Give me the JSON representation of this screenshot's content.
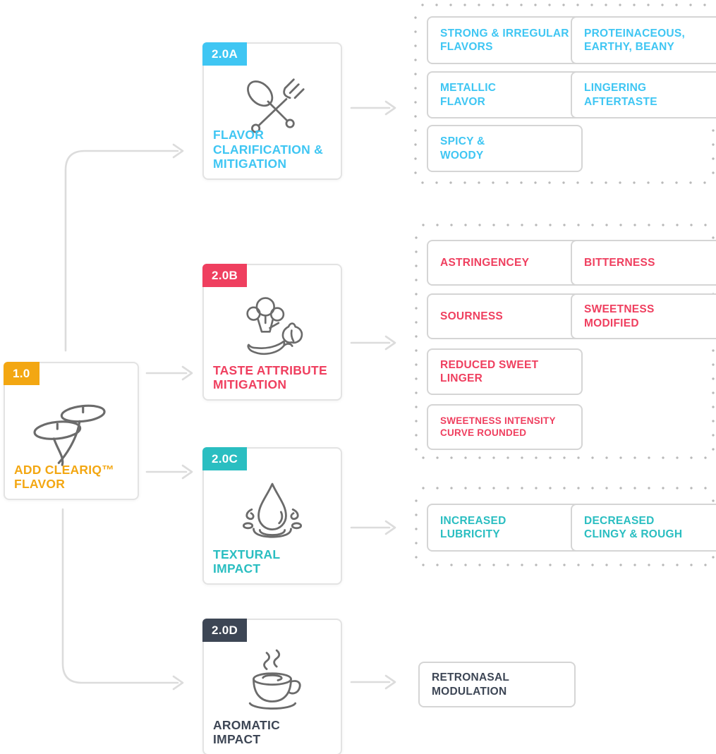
{
  "palette": {
    "orange": "#F3A712",
    "cyan": "#3FC6F3",
    "pink": "#EF3F5F",
    "teal": "#2ABEC1",
    "slate": "#3D4655",
    "connector_gray": "#DCDCDC",
    "dot_gray": "#B9B9B9",
    "box_border_gray": "#D5D5D5",
    "icon_gray": "#6B6B6B"
  },
  "root": {
    "badge": "1.0",
    "label": "ADD CLEARIQ™\nFLAVOR",
    "icon": "pushpins-icon"
  },
  "branches": [
    {
      "badge": "2.0A",
      "label": "FLAVOR\nCLARIFICATION &\nMITIGATION",
      "color": "#3FC6F3",
      "icon": "cutlery-icon",
      "outcomes": [
        "STRONG & IRREGULAR\nFLAVORS",
        "PROTEINACEOUS,\nEARTHY, BEANY",
        "METALLIC\nFLAVOR",
        "LINGERING\nAFTERTASTE",
        "SPICY &\nWOODY"
      ]
    },
    {
      "badge": "2.0B",
      "label": "TASTE ATTRIBUTE\nMITIGATION",
      "color": "#EF3F5F",
      "icon": "vegetables-icon",
      "outcomes": [
        "ASTRINGENCEY",
        "BITTERNESS",
        "SOURNESS",
        "SWEETNESS\nMODIFIED",
        "REDUCED SWEET\nLINGER",
        "SWEETNESS INTENSITY\nCURVE ROUNDED"
      ]
    },
    {
      "badge": "2.0C",
      "label": "TEXTURAL\nIMPACT",
      "color": "#2ABEC1",
      "icon": "droplet-icon",
      "outcomes": [
        "INCREASED\nLUBRICITY",
        "DECREASED\nCLINGY & ROUGH"
      ]
    },
    {
      "badge": "2.0D",
      "label": "AROMATIC\nIMPACT",
      "color": "#3D4655",
      "icon": "coffee-cup-icon",
      "outcomes": [
        "RETRONASAL\nMODULATION"
      ]
    }
  ]
}
